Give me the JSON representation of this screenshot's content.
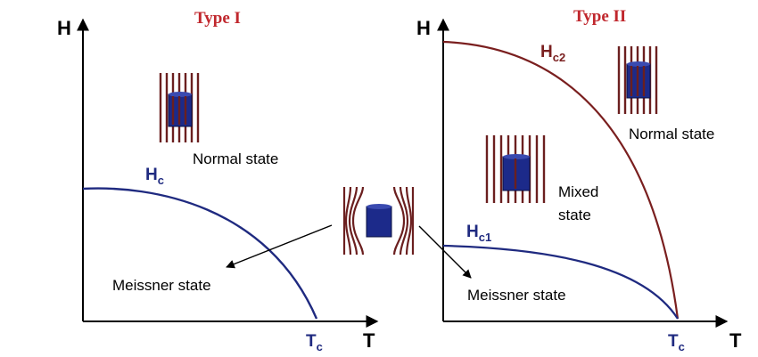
{
  "colors": {
    "type1_curve": "#1f2a80",
    "type2_hc2_curve": "#7a1f1f",
    "type2_hc1_curve": "#1f2a80",
    "title": "#c0272d",
    "field_lines": "#6b1f1f",
    "sample": "#1c2a8a"
  },
  "type1": {
    "title": "Type I",
    "y_axis": "H",
    "x_axis": "T",
    "hc_main": "H",
    "hc_sub": "c",
    "normal_state": "Normal state",
    "meissner_state": "Meissner state",
    "tc_main": "T",
    "tc_sub": "c"
  },
  "type2": {
    "title": "Type II",
    "y_axis": "H",
    "x_axis": "T",
    "hc2_main": "H",
    "hc2_sub": "c2",
    "hc1_main": "H",
    "hc1_sub": "c1",
    "normal_state": "Normal state",
    "mixed_state_line1": "Mixed",
    "mixed_state_line2": "state",
    "meissner_state": "Meissner state",
    "tc_main": "T",
    "tc_sub": "c"
  },
  "icons": {
    "field_penetrating": "field-penetrating-icon",
    "field_expelled": "field-expelled-icon"
  }
}
